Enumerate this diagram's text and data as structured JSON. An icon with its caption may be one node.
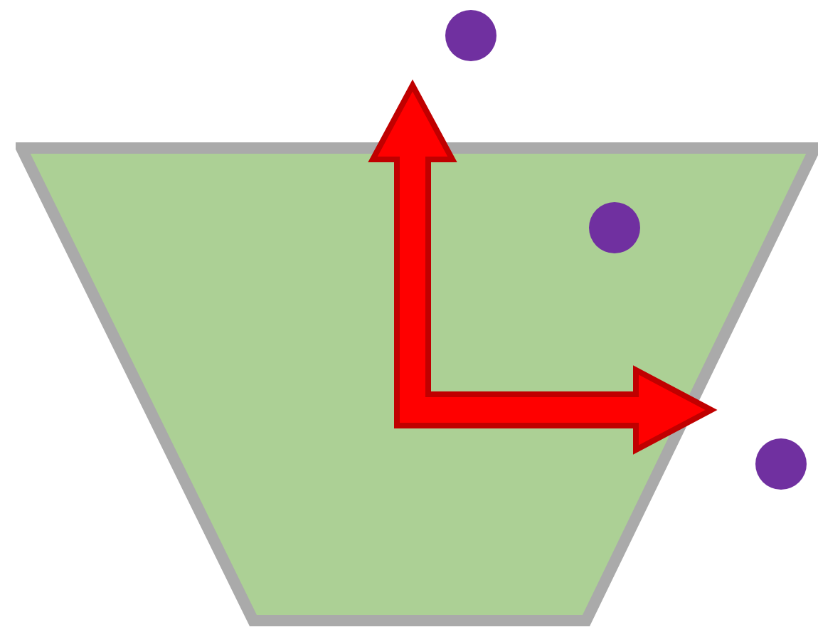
{
  "diagram": {
    "nodes": [
      {
        "text": [],
        "shape": "trapezoid"
      },
      {
        "text": [],
        "shape": "circle"
      },
      {
        "text": [],
        "shape": "circle",
        "in": 0
      },
      {
        "text": [],
        "shape": "circle"
      }
    ]
  }
}
